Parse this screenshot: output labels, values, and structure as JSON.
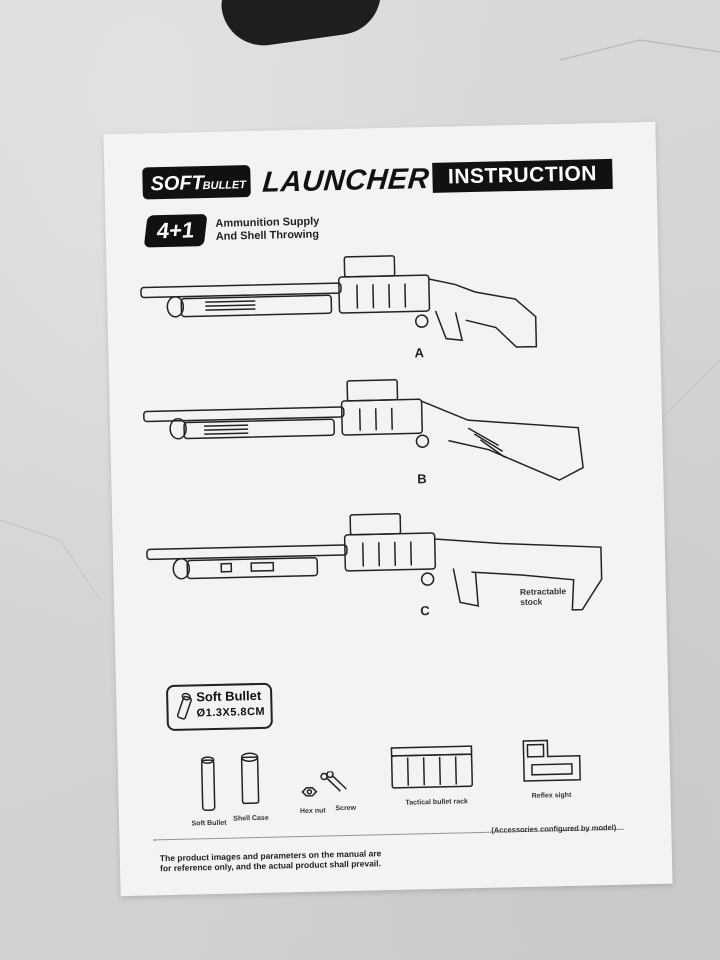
{
  "header": {
    "brand": "SOFT BULLET",
    "title": "LAUNCHER",
    "instruction": "INSTRUCTION"
  },
  "badge": {
    "label": "4+1",
    "line1": "Ammunition Supply",
    "line2": "And Shell Throwing"
  },
  "models": [
    {
      "label": "A"
    },
    {
      "label": "B"
    },
    {
      "label": "C",
      "note": "Retractable stock"
    }
  ],
  "soft_bullet": {
    "title": "Soft Bullet",
    "dims": "Ø1.3X5.8CM"
  },
  "accessories": {
    "soft_bullet": "Soft Bullet",
    "shell_case": "Shell Case",
    "hex_nut": "Hex nut",
    "screw": "Screw",
    "rack": "Tactical bullet rack",
    "sight": "Reflex sight"
  },
  "config_note": "(Accessories configured by model)",
  "disclaimer": {
    "line1": "The product images and parameters on the manual are",
    "line2": "for reference only, and the actual product shall prevail."
  },
  "colors": {
    "ink": "#111111",
    "paper": "#f3f3f2",
    "floor": "#d6d6d4"
  }
}
